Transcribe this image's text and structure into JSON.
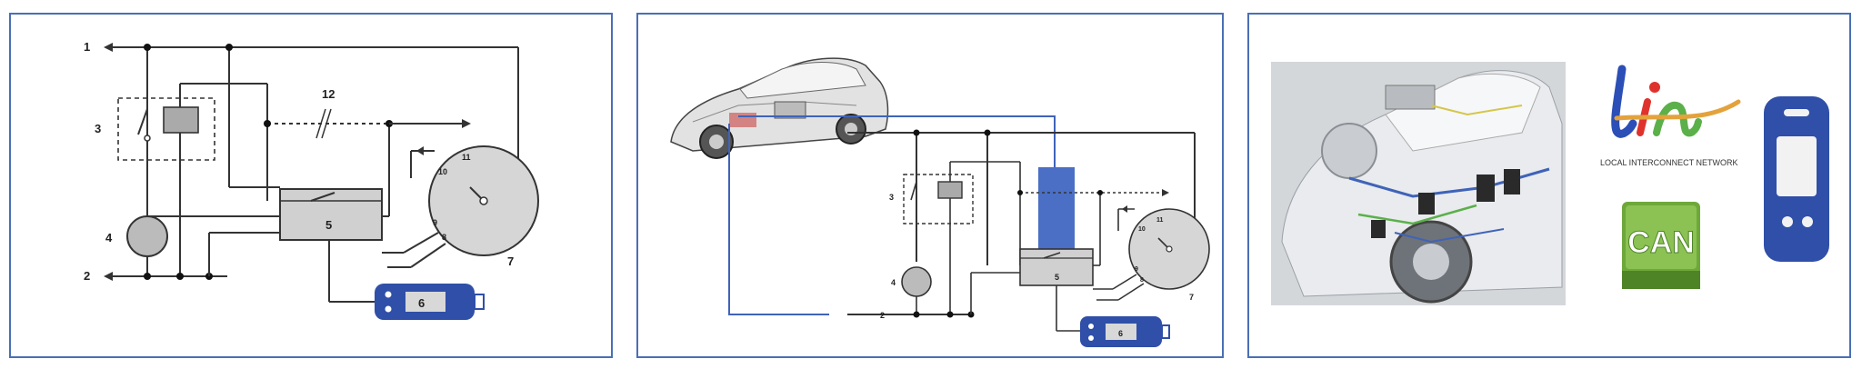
{
  "panel1": {
    "labels": {
      "n1": "1",
      "n2": "2",
      "n3": "3",
      "n4": "4",
      "n5": "5",
      "n6": "6",
      "n7": "7",
      "n8": "8",
      "n9": "9",
      "n10": "10",
      "n11": "11",
      "n12": "12"
    }
  },
  "panel2": {
    "labels": {
      "n2": "2",
      "n3": "3",
      "n4": "4",
      "n5": "5",
      "n6": "6",
      "n7": "7",
      "n8": "8",
      "n9": "9",
      "n10": "10",
      "n11": "11"
    }
  },
  "panel3": {
    "logo_lin_text": "lin",
    "logo_lin_caption": "LOCAL INTERCONNECT NETWORK",
    "logo_can_text": "CAN"
  },
  "colors": {
    "frame": "#4a6fb5",
    "wire": "#333333",
    "motor_blue": "#2f4fa8",
    "bus_blue": "#3f63b8",
    "lin_red": "#e0322d",
    "lin_blue": "#2b4fb6",
    "lin_green": "#5bb04a",
    "can_green": "#6ea83a"
  }
}
